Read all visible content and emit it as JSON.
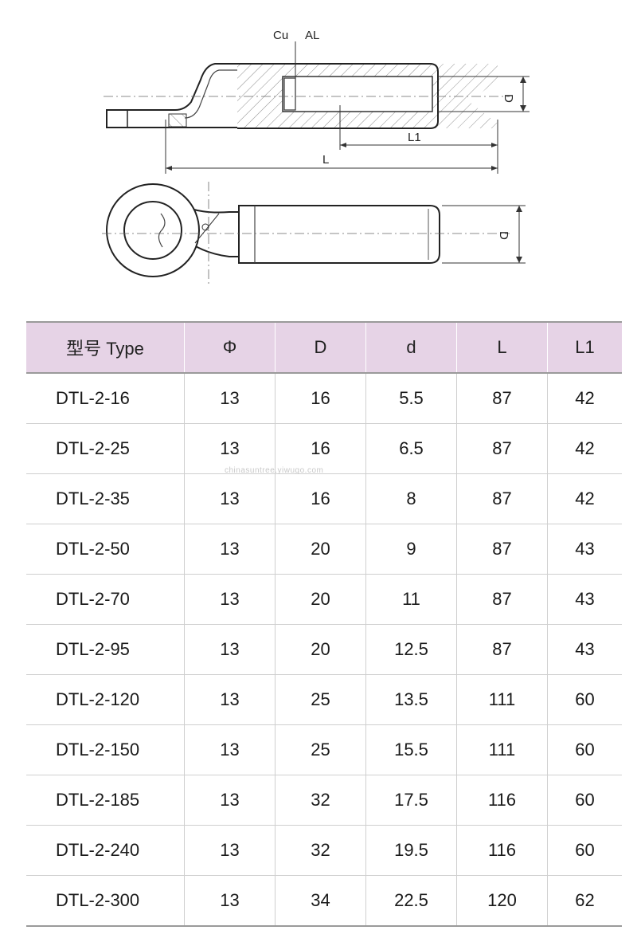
{
  "drawing": {
    "label_cu": "Cu",
    "label_al": "AL",
    "label_d_top": "D",
    "label_l1": "L1",
    "label_l": "L",
    "label_d_bottom": "D"
  },
  "table": {
    "headers": [
      "型号 Type",
      "Φ",
      "D",
      "d",
      "L",
      "L1"
    ],
    "rows": [
      [
        "DTL-2-16",
        "13",
        "16",
        "5.5",
        "87",
        "42"
      ],
      [
        "DTL-2-25",
        "13",
        "16",
        "6.5",
        "87",
        "42"
      ],
      [
        "DTL-2-35",
        "13",
        "16",
        "8",
        "87",
        "42"
      ],
      [
        "DTL-2-50",
        "13",
        "20",
        "9",
        "87",
        "43"
      ],
      [
        "DTL-2-70",
        "13",
        "20",
        "11",
        "87",
        "43"
      ],
      [
        "DTL-2-95",
        "13",
        "20",
        "12.5",
        "87",
        "43"
      ],
      [
        "DTL-2-120",
        "13",
        "25",
        "13.5",
        "111",
        "60"
      ],
      [
        "DTL-2-150",
        "13",
        "25",
        "15.5",
        "111",
        "60"
      ],
      [
        "DTL-2-185",
        "13",
        "32",
        "17.5",
        "116",
        "60"
      ],
      [
        "DTL-2-240",
        "13",
        "32",
        "19.5",
        "116",
        "60"
      ],
      [
        "DTL-2-300",
        "13",
        "34",
        "22.5",
        "120",
        "62"
      ]
    ]
  },
  "watermark": "chinasuntree.yiwugo.com"
}
